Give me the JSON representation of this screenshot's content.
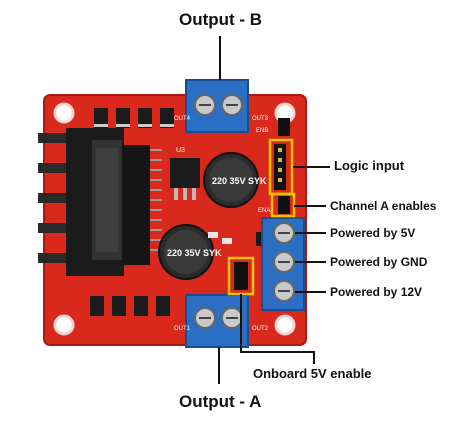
{
  "labels": {
    "output_b": "Output - B",
    "output_a": "Output - A",
    "logic_input": "Logic input",
    "channel_a_enables": "Channel A enables",
    "powered_5v": "Powered by 5V",
    "powered_gnd": "Powered by GND",
    "powered_12v": "Powered by 12V",
    "onboard_5v_enable": "Onboard 5V enable"
  },
  "board_marks": {
    "cap_top": "220 35V SYK",
    "cap_bottom": "220 35V SYK",
    "out1": "OUT1",
    "out2": "OUT2",
    "out3": "OUT3",
    "out4": "OUT4",
    "ena": "ENA",
    "enb": "ENB",
    "u3": "U3"
  },
  "colors": {
    "board": "#d8291c",
    "terminal": "#2a6fc4",
    "heatsink": "#1b1b1b",
    "highlight": "#f2c200",
    "annotation_line": "#111111"
  }
}
